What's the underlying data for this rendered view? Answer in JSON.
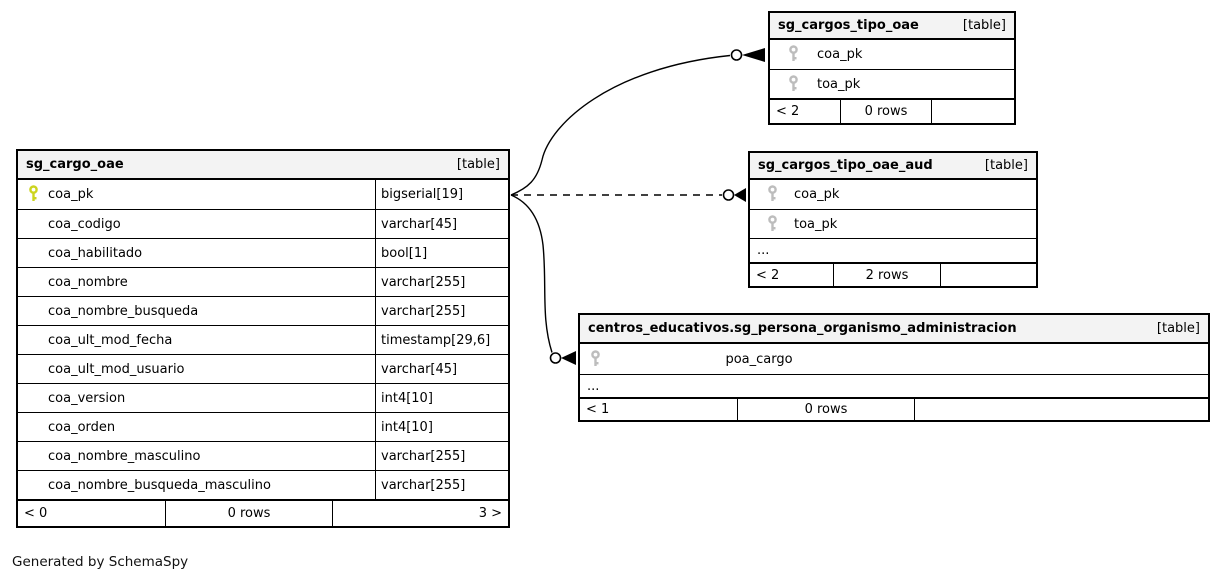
{
  "note": "Generated by SchemaSpy",
  "colors": {
    "primary_key": "#ccd41f",
    "related_key": "#bdbdbd",
    "header_bg": "#f3f3f3",
    "border": "#000000"
  },
  "tables": [
    {
      "name": "sg_cargo_oae",
      "tag": "[table]",
      "columns": [
        {
          "name": "coa_pk",
          "type": "bigserial[19]",
          "key": "primary"
        },
        {
          "name": "coa_codigo",
          "type": "varchar[45]",
          "key": ""
        },
        {
          "name": "coa_habilitado",
          "type": "bool[1]",
          "key": ""
        },
        {
          "name": "coa_nombre",
          "type": "varchar[255]",
          "key": ""
        },
        {
          "name": "coa_nombre_busqueda",
          "type": "varchar[255]",
          "key": ""
        },
        {
          "name": "coa_ult_mod_fecha",
          "type": "timestamp[29,6]",
          "key": ""
        },
        {
          "name": "coa_ult_mod_usuario",
          "type": "varchar[45]",
          "key": ""
        },
        {
          "name": "coa_version",
          "type": "int4[10]",
          "key": ""
        },
        {
          "name": "coa_orden",
          "type": "int4[10]",
          "key": ""
        },
        {
          "name": "coa_nombre_masculino",
          "type": "varchar[255]",
          "key": ""
        },
        {
          "name": "coa_nombre_busqueda_masculino",
          "type": "varchar[255]",
          "key": ""
        }
      ],
      "more_columns_label": "",
      "footer": {
        "left": "< 0",
        "center": "0 rows",
        "right": "3 >"
      }
    },
    {
      "name": "sg_cargos_tipo_oae",
      "tag": "[table]",
      "columns": [
        {
          "name": "coa_pk",
          "type": "",
          "key": "related"
        },
        {
          "name": "toa_pk",
          "type": "",
          "key": "related"
        }
      ],
      "more_columns_label": "",
      "footer": {
        "left": "< 2",
        "center": "0 rows",
        "right": ""
      }
    },
    {
      "name": "sg_cargos_tipo_oae_aud",
      "tag": "[table]",
      "columns": [
        {
          "name": "coa_pk",
          "type": "",
          "key": "related"
        },
        {
          "name": "toa_pk",
          "type": "",
          "key": "related"
        }
      ],
      "more_columns_label": "...",
      "footer": {
        "left": "< 2",
        "center": "2 rows",
        "right": ""
      }
    },
    {
      "name": "centros_educativos.sg_persona_organismo_administracion",
      "tag": "[table]",
      "columns": [
        {
          "name": "poa_cargo",
          "type": "",
          "key": "related"
        }
      ],
      "more_columns_label": "...",
      "footer": {
        "left": "< 1",
        "center": "0 rows",
        "right": ""
      }
    }
  ],
  "relationships": [
    {
      "from": "sg_cargo_oae.coa_pk",
      "to": "sg_cargos_tipo_oae.coa_pk",
      "style": "solid"
    },
    {
      "from": "sg_cargo_oae.coa_pk",
      "to": "sg_cargos_tipo_oae_aud.coa_pk",
      "style": "dashed"
    },
    {
      "from": "sg_cargo_oae.coa_pk",
      "to": "centros_educativos.sg_persona_organismo_administracion.poa_cargo",
      "style": "solid"
    }
  ]
}
